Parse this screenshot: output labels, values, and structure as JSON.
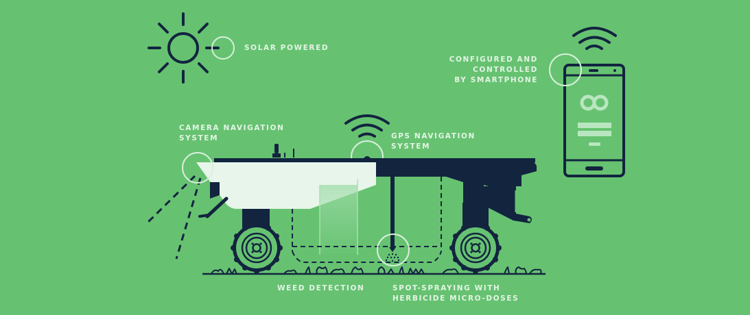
{
  "diagram": {
    "background_color": "#66c271",
    "ink_color": "#13243f",
    "highlight_color": "#e8f5ea",
    "callout_ring_color": "#d8f0dc"
  },
  "labels": {
    "solar": {
      "lines": [
        "SOLAR POWERED"
      ]
    },
    "smartphone": {
      "lines": [
        "CONFIGURED AND",
        "CONTROLLED",
        "BY SMARTPHONE"
      ]
    },
    "camera": {
      "lines": [
        "CAMERA NAVIGATION",
        "SYSTEM"
      ]
    },
    "gps": {
      "lines": [
        "GPS NAVIGATION",
        "SYSTEM"
      ]
    },
    "weed": {
      "lines": [
        "WEED DETECTION"
      ]
    },
    "spray": {
      "lines": [
        "SPOT-SPRAYING WITH",
        "HERBICIDE MICRO-DOSES"
      ]
    }
  },
  "icons": {
    "sun": "sun-icon",
    "wifi_robot": "wifi-signal-icon",
    "wifi_phone": "wifi-signal-icon",
    "smartphone": "smartphone-icon",
    "app_logo": "infinity-logo-icon",
    "robot": "weeding-robot-illustration",
    "wheel": "wheel-icon",
    "spray_nozzle": "spray-nozzle-icon"
  }
}
